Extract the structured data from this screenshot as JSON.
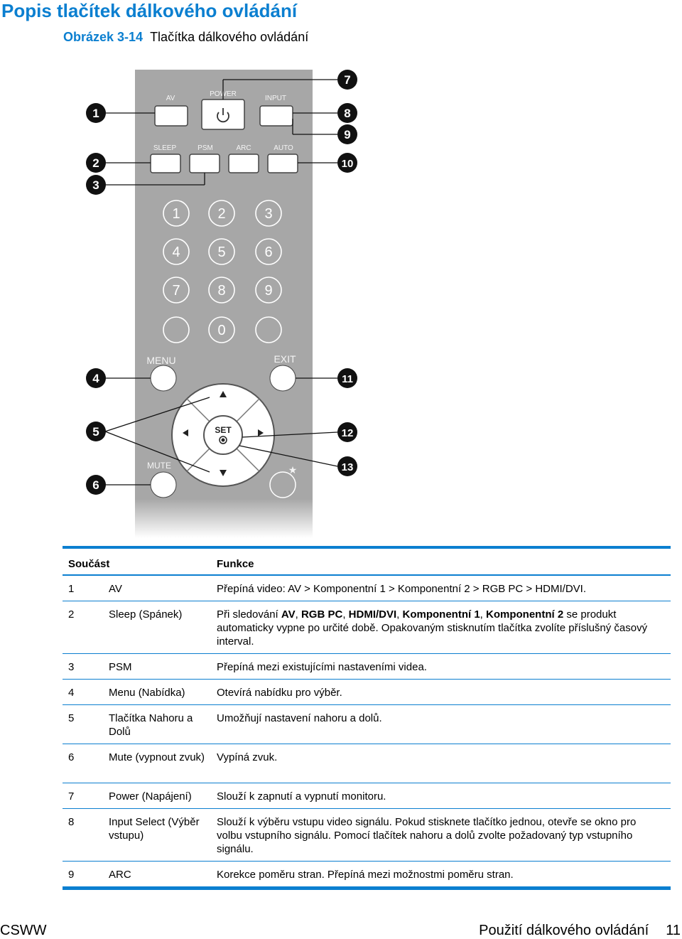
{
  "page": {
    "title": "Popis tlačítek dálkového ovládání",
    "figure_number": "Obrázek 3-14",
    "figure_caption": "Tlačítka dálkového ovládání"
  },
  "remote": {
    "labels": {
      "av": "AV",
      "power": "POWER",
      "input": "INPUT",
      "sleep": "SLEEP",
      "psm": "PSM",
      "arc": "ARC",
      "auto": "AUTO",
      "menu": "MENU",
      "exit": "EXIT",
      "set": "SET",
      "mute": "MUTE",
      "star": "★"
    },
    "digits": [
      "1",
      "2",
      "3",
      "4",
      "5",
      "6",
      "7",
      "8",
      "9",
      "0"
    ],
    "callouts": [
      "1",
      "2",
      "3",
      "4",
      "5",
      "6",
      "7",
      "8",
      "9",
      "10",
      "11",
      "12",
      "13"
    ]
  },
  "table": {
    "headers": {
      "part": "Součást",
      "function": "Funkce"
    },
    "rows": [
      {
        "num": "1",
        "name": "AV",
        "func": "Přepíná video: AV > Komponentní 1 > Komponentní 2 > RGB PC > HDMI/DVI."
      },
      {
        "num": "2",
        "name": "Sleep (Spánek)",
        "func_html": "Při sledování <b>AV</b>, <b>RGB PC</b>, <b>HDMI/DVI</b>, <b>Komponentní 1</b>, <b>Komponentní 2</b> se produkt automaticky vypne po určité době. Opakovaným stisknutím tlačítka zvolíte příslušný časový interval."
      },
      {
        "num": "3",
        "name": "PSM",
        "func": "Přepíná mezi existujícími nastaveními videa."
      },
      {
        "num": "4",
        "name": "Menu (Nabídka)",
        "func": "Otevírá nabídku pro výběr."
      },
      {
        "num": "5",
        "name": "Tlačítka Nahoru a Dolů",
        "func": "Umožňují nastavení nahoru a dolů."
      },
      {
        "num": "6",
        "name": "Mute (vypnout zvuk)",
        "func": "Vypíná zvuk."
      },
      {
        "num": "7",
        "name": "Power (Napájení)",
        "func": "Slouží k zapnutí a vypnutí monitoru."
      },
      {
        "num": "8",
        "name": "Input Select (Výběr vstupu)",
        "func": "Slouží k výběru vstupu video signálu. Pokud stisknete tlačítko jednou, otevře se okno pro volbu vstupního signálu. Pomocí tlačítek nahoru a dolů zvolte požadovaný typ vstupního signálu."
      },
      {
        "num": "9",
        "name": "ARC",
        "func": "Korekce poměru stran. Přepíná mezi možnostmi poměru stran."
      }
    ]
  },
  "footer": {
    "left": "CSWW",
    "section": "Použití dálkového ovládání",
    "page_number": "11"
  },
  "colors": {
    "accent": "#0b7fd0",
    "remote_body": "#a7a7a7",
    "callout": "#111111"
  }
}
